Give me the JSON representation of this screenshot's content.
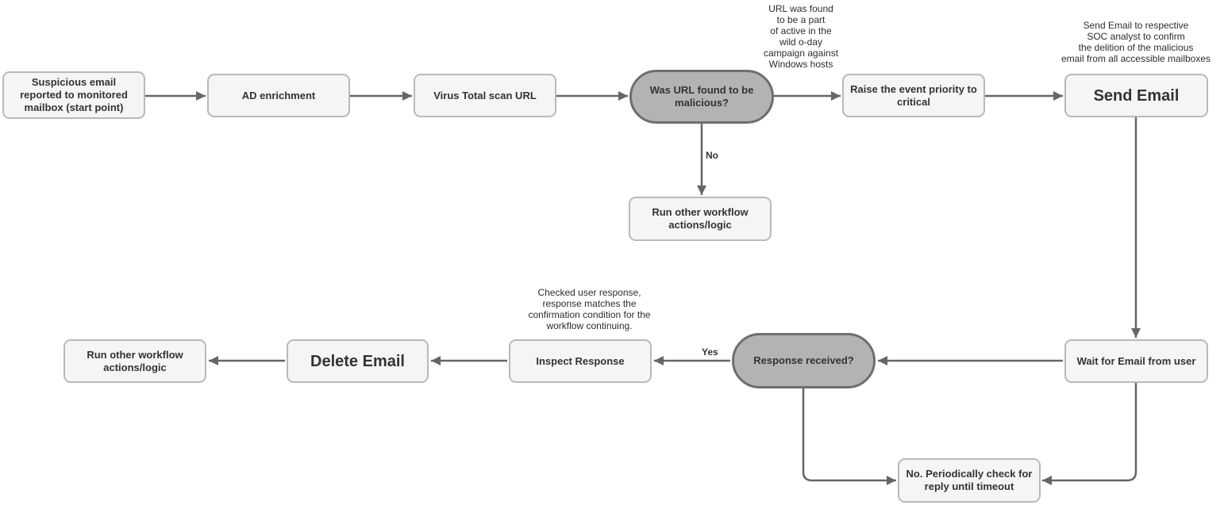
{
  "diagram": {
    "nodes": {
      "start": {
        "label": "Suspicious email\nreported to monitored\nmailbox (start point)",
        "type": "process"
      },
      "ad_enrichment": {
        "label": "AD enrichment",
        "type": "process"
      },
      "virus_total": {
        "label": "Virus Total scan URL",
        "type": "process"
      },
      "url_malicious": {
        "label": "Was URL found to be\nmalicious?",
        "type": "decision"
      },
      "raise_priority": {
        "label": "Raise the event priority to\ncritical",
        "type": "process"
      },
      "send_email": {
        "label": "Send Email",
        "type": "process"
      },
      "other_workflow_top": {
        "label": "Run other workflow\nactions/logic",
        "type": "process"
      },
      "other_workflow_bottom": {
        "label": "Run other workflow\nactions/logic",
        "type": "process"
      },
      "delete_email": {
        "label": "Delete Email",
        "type": "process"
      },
      "inspect_response": {
        "label": "Inspect Response",
        "type": "process"
      },
      "response_received": {
        "label": "Response received?",
        "type": "decision"
      },
      "wait_email": {
        "label": "Wait for Email from user",
        "type": "process"
      },
      "periodic_check": {
        "label": "No. Periodically check for\nreply until timeout",
        "type": "process"
      }
    },
    "edge_labels": {
      "no": "No",
      "yes": "Yes"
    },
    "annotations": {
      "campaign": "URL was found\nto be a part\nof active in the\nwild o-day\ncampaign against\nWindows hosts",
      "send_email_note": "Send Email to respective\nSOC analyst to confirm\nthe delition of the malicious\nemail from all accessible mailboxes",
      "response_note": "Checked user response,\nresponse matches the\nconfirmation condition for the\nworkflow continuing."
    },
    "colors": {
      "process_fill": "#f5f5f5",
      "process_border": "#b9b9b9",
      "decision_fill": "#b3b3b3",
      "decision_border": "#6e6e6e",
      "arrow": "#666666",
      "text": "#333333",
      "background": "#ffffff"
    }
  }
}
